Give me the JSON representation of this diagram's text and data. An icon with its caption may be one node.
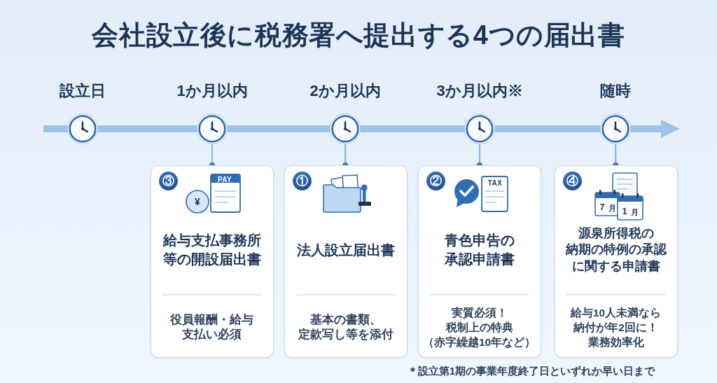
{
  "diagram": {
    "title": "会社設立後に税務署へ提出する4つの届出書",
    "nodes": [
      {
        "text": [],
        "shape": "circle",
        "beside": [
          "設立日"
        ]
      },
      {
        "text": [],
        "shape": "circle",
        "beside": [
          "1か月以内"
        ]
      },
      {
        "text": [],
        "shape": "circle",
        "beside": [
          "2か月以内"
        ]
      },
      {
        "text": [],
        "shape": "circle",
        "beside": [
          "3か月以内※"
        ]
      },
      {
        "text": [],
        "shape": "circle",
        "beside": [
          "随時"
        ]
      },
      {
        "text": [
          "給与支払事務所等の開設届出書",
          "役員報酬・給与支払い必須"
        ]
      },
      {
        "text": [
          "③"
        ],
        "in": 5
      },
      {
        "text": [
          "法人設立届出書",
          "基本の書類、定款写し等を添付"
        ]
      },
      {
        "text": [
          "①"
        ],
        "in": 7
      },
      {
        "text": [
          "青色申告の承認申請書",
          "実質必須！税制上の特典（赤字繰越10年など）"
        ]
      },
      {
        "text": [
          "②"
        ],
        "in": 9
      },
      {
        "text": [
          "源泉所得税の納期の特例の承認に関する申請書",
          "給与10人未満なら納付が年2回に！業務効率化"
        ]
      },
      {
        "text": [
          "④"
        ],
        "in": 11
      }
    ],
    "edges": [
      {
        "from": null,
        "to": 0,
        "arrow": "none"
      },
      {
        "from": 0,
        "to": 1,
        "arrow": "none"
      },
      {
        "from": 1,
        "to": 2,
        "arrow": "none"
      },
      {
        "from": 2,
        "to": 3,
        "arrow": "none"
      },
      {
        "from": 3,
        "to": 4,
        "arrow": "none"
      },
      {
        "from": 4,
        "to": null,
        "arrow": "to"
      },
      {
        "from": 1,
        "to": 5,
        "arrow": "other"
      },
      {
        "from": 2,
        "to": 7,
        "arrow": "other"
      },
      {
        "from": 3,
        "to": 9,
        "arrow": "other"
      },
      {
        "from": 4,
        "to": 11,
        "arrow": "other"
      }
    ],
    "labels": [
      "PAY",
      "¥",
      "TAX",
      "7",
      "月",
      "1",
      "月",
      "＊設立第1期の事業年度終了日といずれか早い日まで"
    ]
  }
}
